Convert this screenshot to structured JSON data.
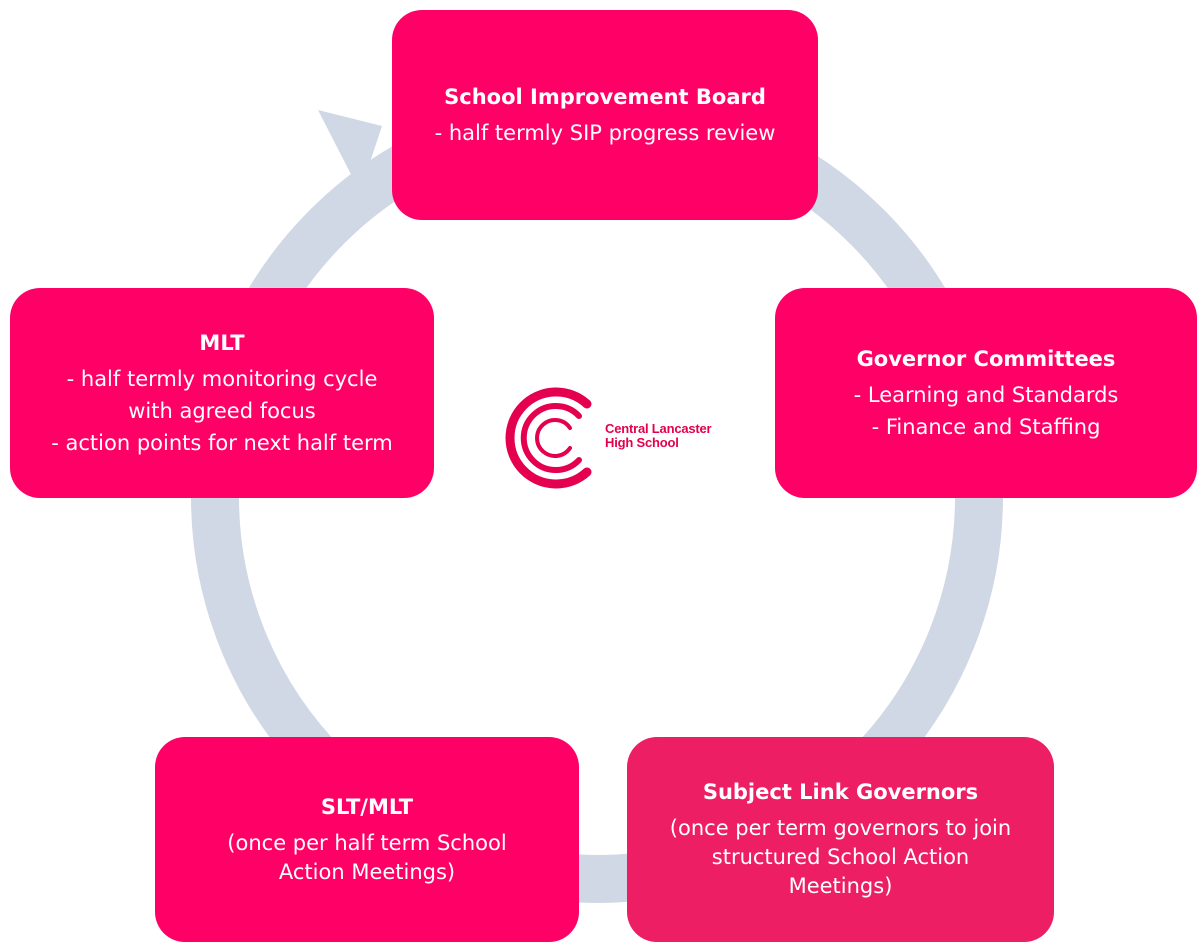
{
  "colors": {
    "ring": "#d0d7e5",
    "node": "#ff0066",
    "node_alt": "#ee1e64",
    "logo": "#e4004f"
  },
  "nodes": [
    {
      "title": "School Improvement Board",
      "lines": [
        "- half termly SIP progress review"
      ]
    },
    {
      "title": "Governor Committees",
      "lines": [
        "- Learning and Standards",
        "- Finance and Staffing"
      ]
    },
    {
      "title": "Subject Link Governors",
      "lines": [
        "(once per term governors to join",
        "structured School Action",
        "Meetings)"
      ]
    },
    {
      "title": "SLT/MLT",
      "lines": [
        "(once per half term School",
        "Action Meetings)"
      ]
    },
    {
      "title": "MLT",
      "lines": [
        "- half termly monitoring cycle",
        "with agreed focus",
        "- action points for next half term"
      ]
    }
  ],
  "logo": {
    "line1": "Central Lancaster",
    "line2": "High School"
  }
}
